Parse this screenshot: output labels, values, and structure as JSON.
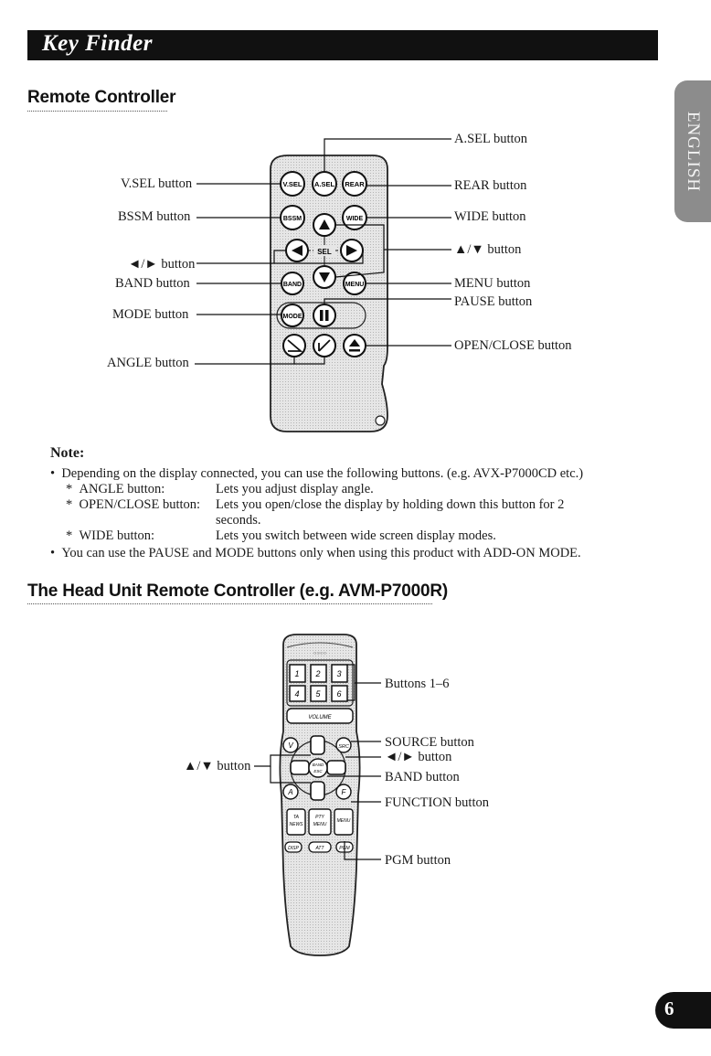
{
  "header": {
    "title": "Key Finder",
    "language_tab": "ENGLISH"
  },
  "section1": {
    "title": "Remote Controller",
    "labels": {
      "asel": "A.SEL button",
      "vsel": "V.SEL button",
      "rear": "REAR button",
      "bssm": "BSSM button",
      "wide": "WIDE button",
      "updown": "▲/▼ button",
      "leftright": "◄/► button",
      "band": "BAND button",
      "menu": "MENU button",
      "pause": "PAUSE button",
      "mode": "MODE button",
      "openclose": "OPEN/CLOSE button",
      "angle": "ANGLE button"
    },
    "keys": {
      "vsel": "V.SEL",
      "asel": "A.SEL",
      "rear": "REAR",
      "bssm": "BSSM",
      "wide": "WIDE",
      "sel": "SEL",
      "band": "BAND",
      "menu": "MENU",
      "mode": "MODE"
    }
  },
  "note": {
    "title": "Note:",
    "bullet1": "Depending on the display connected, you can use the following buttons. (e.g. AVX-P7000CD etc.)",
    "items": [
      {
        "name": "ANGLE button:",
        "desc": "Lets you adjust display angle."
      },
      {
        "name": "OPEN/CLOSE button:",
        "desc": "Lets you open/close the display by holding down this button for 2",
        "desc2": "seconds."
      },
      {
        "name": "WIDE button:",
        "desc": "Lets you switch between wide screen display modes."
      }
    ],
    "bullet2": "You can use the PAUSE and MODE buttons only when using this product with ADD-ON MODE."
  },
  "section2": {
    "title": "The Head Unit Remote Controller (e.g. AVM-P7000R)",
    "labels": {
      "buttons16": "Buttons 1–6",
      "source": "SOURCE button",
      "leftright": "◄/► button",
      "updown": "▲/▼ button",
      "band": "BAND button",
      "function": "FUNCTION button",
      "pgm": "PGM button"
    },
    "keys": {
      "n1": "1",
      "n2": "2",
      "n3": "3",
      "n4": "4",
      "n5": "5",
      "n6": "6",
      "volume": "VOLUME",
      "band": "BAND",
      "esc": "ESC",
      "ta": "TA",
      "news": "NEWS",
      "pty": "PTY",
      "menu": "MENU",
      "disp": "DISP",
      "att": "ATT",
      "pgm": "PGM",
      "v": "V",
      "src": "SRC",
      "a": "A",
      "f": "F"
    }
  },
  "page": {
    "number": "6"
  }
}
